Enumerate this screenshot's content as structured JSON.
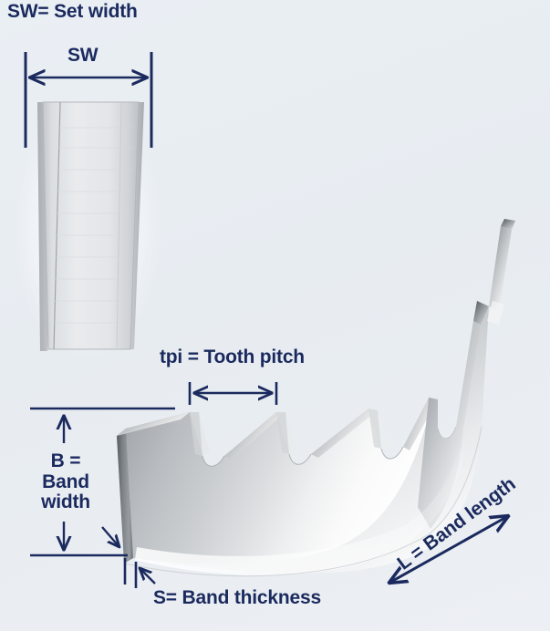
{
  "diagram": {
    "subject": "bandsaw-blade-dimensions",
    "background_color": "#e9eef3",
    "label_color": "#1b2a5e",
    "metal_light": "#fdfdfd",
    "metal_mid": "#b9bcc0",
    "metal_dark": "#6f7479"
  },
  "labels": {
    "title_sw": "SW= Set width",
    "sw": "SW",
    "tpi": "tpi = Tooth pitch",
    "band_width_line1": "B =",
    "band_width_line2": "Band",
    "band_width_line3": "width",
    "band_thickness": "S= Band thickness",
    "band_length": "L = Band length"
  },
  "annotations": {
    "set_width_detail": "set-width-front-view",
    "blade": "curved-bandsaw-blade",
    "tooth_count": 5
  }
}
